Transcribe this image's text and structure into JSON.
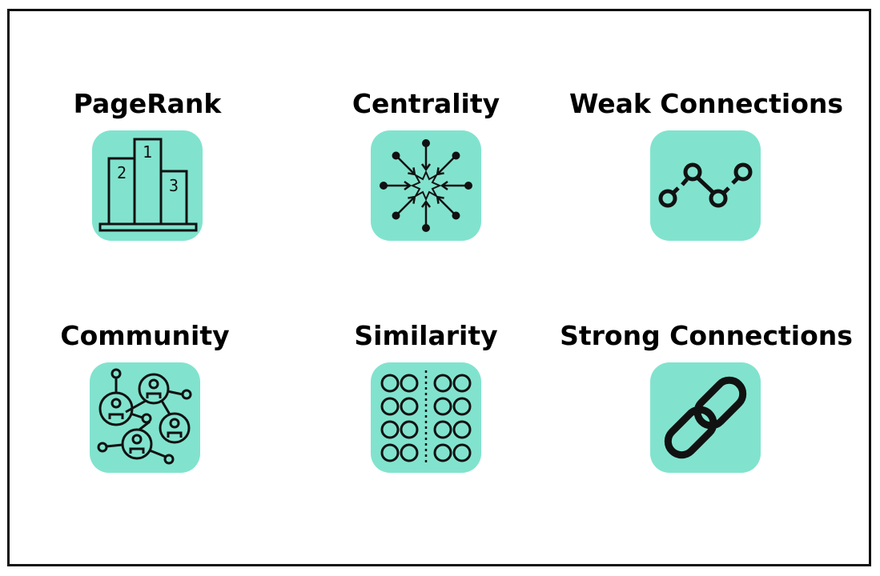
{
  "theme": {
    "tile_color": "#81e3ce",
    "icon_color": "#111111",
    "border_color": "#111111"
  },
  "cards": [
    {
      "title": "PageRank",
      "icon": "podium-icon"
    },
    {
      "title": "Centrality",
      "icon": "centrality-arrows-icon"
    },
    {
      "title": "Weak Connections",
      "icon": "broken-link-nodes-icon"
    },
    {
      "title": "Community",
      "icon": "community-network-icon"
    },
    {
      "title": "Similarity",
      "icon": "circle-grid-icon"
    },
    {
      "title": "Strong Connections",
      "icon": "chain-link-icon"
    }
  ],
  "podium_labels": [
    "1",
    "2",
    "3"
  ]
}
